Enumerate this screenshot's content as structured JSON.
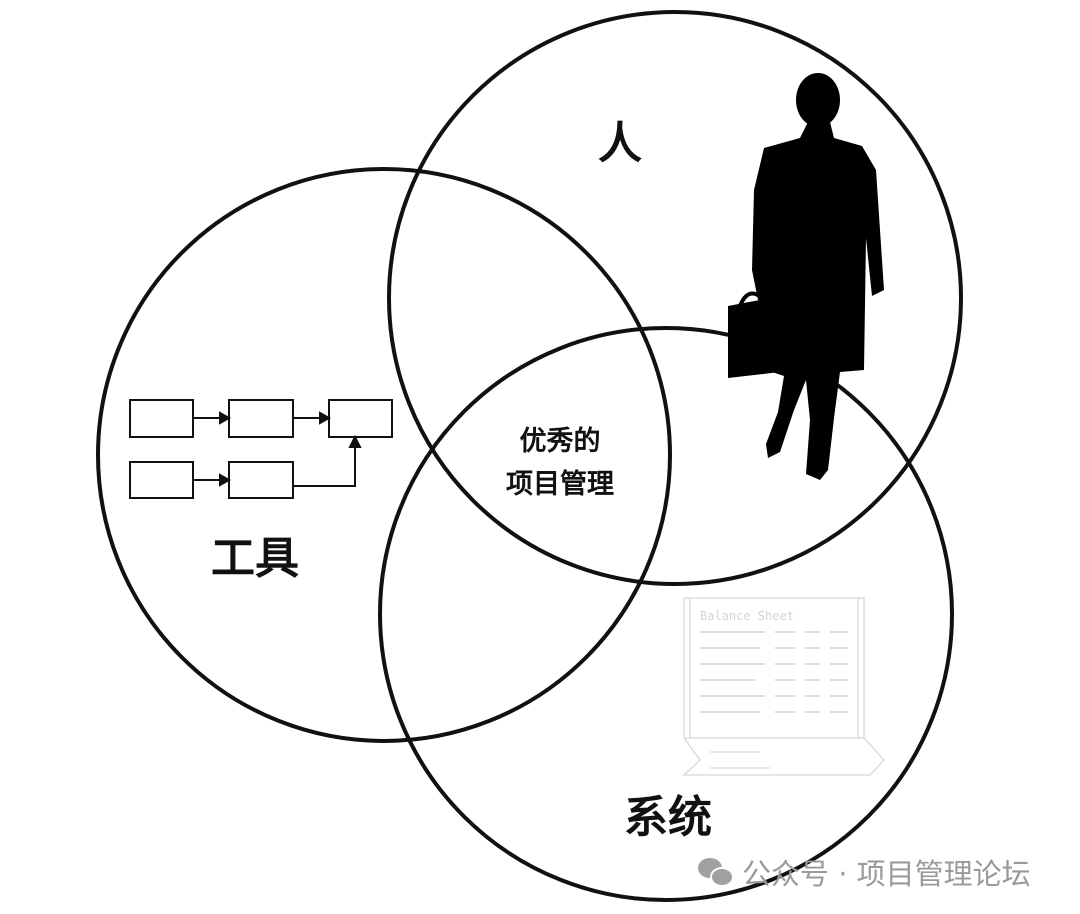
{
  "diagram": {
    "type": "venn",
    "sets": [
      {
        "label": "工具"
      },
      {
        "label": "人"
      },
      {
        "label": "系统"
      }
    ],
    "intersection": {
      "line1": "优秀的",
      "line2": "项目管理"
    },
    "balance_sheet_title": "Balance Sheet"
  },
  "watermark": {
    "text": "公众号 · 项目管理论坛",
    "icon": "wechat-icon"
  },
  "colors": {
    "stroke": "#111111",
    "watermark": "#9a9a9a",
    "sheet": "#d8d8d8"
  }
}
